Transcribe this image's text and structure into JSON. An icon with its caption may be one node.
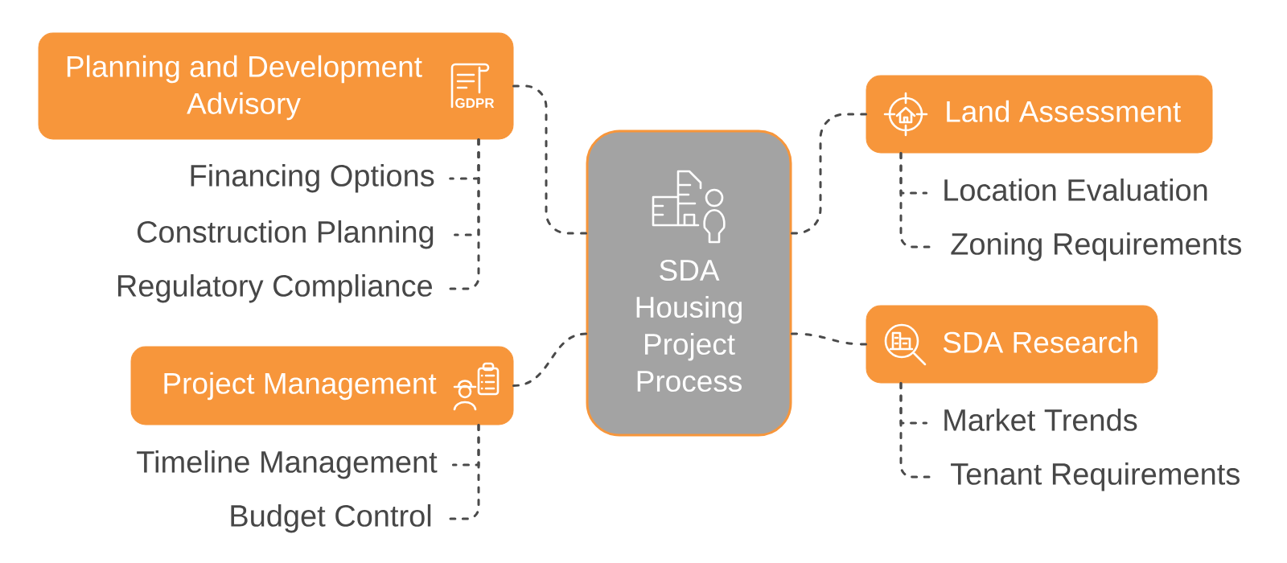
{
  "diagram": {
    "nodes": [
      {
        "text": [
          "Planning and Development Advisory",
          "GDPR"
        ]
      },
      {
        "text": [
          "Financing Options"
        ]
      },
      {
        "text": [
          "Construction Planning"
        ]
      },
      {
        "text": [
          "Regulatory Compliance"
        ]
      },
      {
        "text": [
          "Project Management"
        ]
      },
      {
        "text": [
          "Timeline Management"
        ]
      },
      {
        "text": [
          "Budget Control"
        ]
      },
      {
        "text": [
          "SDA Housing Project Process"
        ]
      },
      {
        "text": [
          "Land Assessment"
        ]
      },
      {
        "text": [
          "Location Evaluation"
        ]
      },
      {
        "text": [
          "Zoning Requirements"
        ]
      },
      {
        "text": [
          "SDA Research"
        ]
      },
      {
        "text": [
          "Market Trends"
        ]
      },
      {
        "text": [
          "Tenant Requirements"
        ]
      }
    ],
    "edges": [
      {
        "from": 7,
        "to": 0,
        "arrow": "none",
        "style": "dashed"
      },
      {
        "from": 0,
        "to": 1,
        "arrow": "none",
        "style": "dashed"
      },
      {
        "from": 0,
        "to": 2,
        "arrow": "none",
        "style": "dashed"
      },
      {
        "from": 0,
        "to": 3,
        "arrow": "none",
        "style": "dashed"
      },
      {
        "from": 7,
        "to": 4,
        "arrow": "none",
        "style": "dashed"
      },
      {
        "from": 4,
        "to": 5,
        "arrow": "none",
        "style": "dashed"
      },
      {
        "from": 4,
        "to": 6,
        "arrow": "none",
        "style": "dashed"
      },
      {
        "from": 7,
        "to": 8,
        "arrow": "none",
        "style": "dashed"
      },
      {
        "from": 8,
        "to": 9,
        "arrow": "none",
        "style": "dashed"
      },
      {
        "from": 8,
        "to": 10,
        "arrow": "none",
        "style": "dashed"
      },
      {
        "from": 7,
        "to": 11,
        "arrow": "none",
        "style": "dashed"
      },
      {
        "from": 11,
        "to": 12,
        "arrow": "none",
        "style": "dashed"
      },
      {
        "from": 11,
        "to": 13,
        "arrow": "none",
        "style": "dashed"
      }
    ]
  }
}
